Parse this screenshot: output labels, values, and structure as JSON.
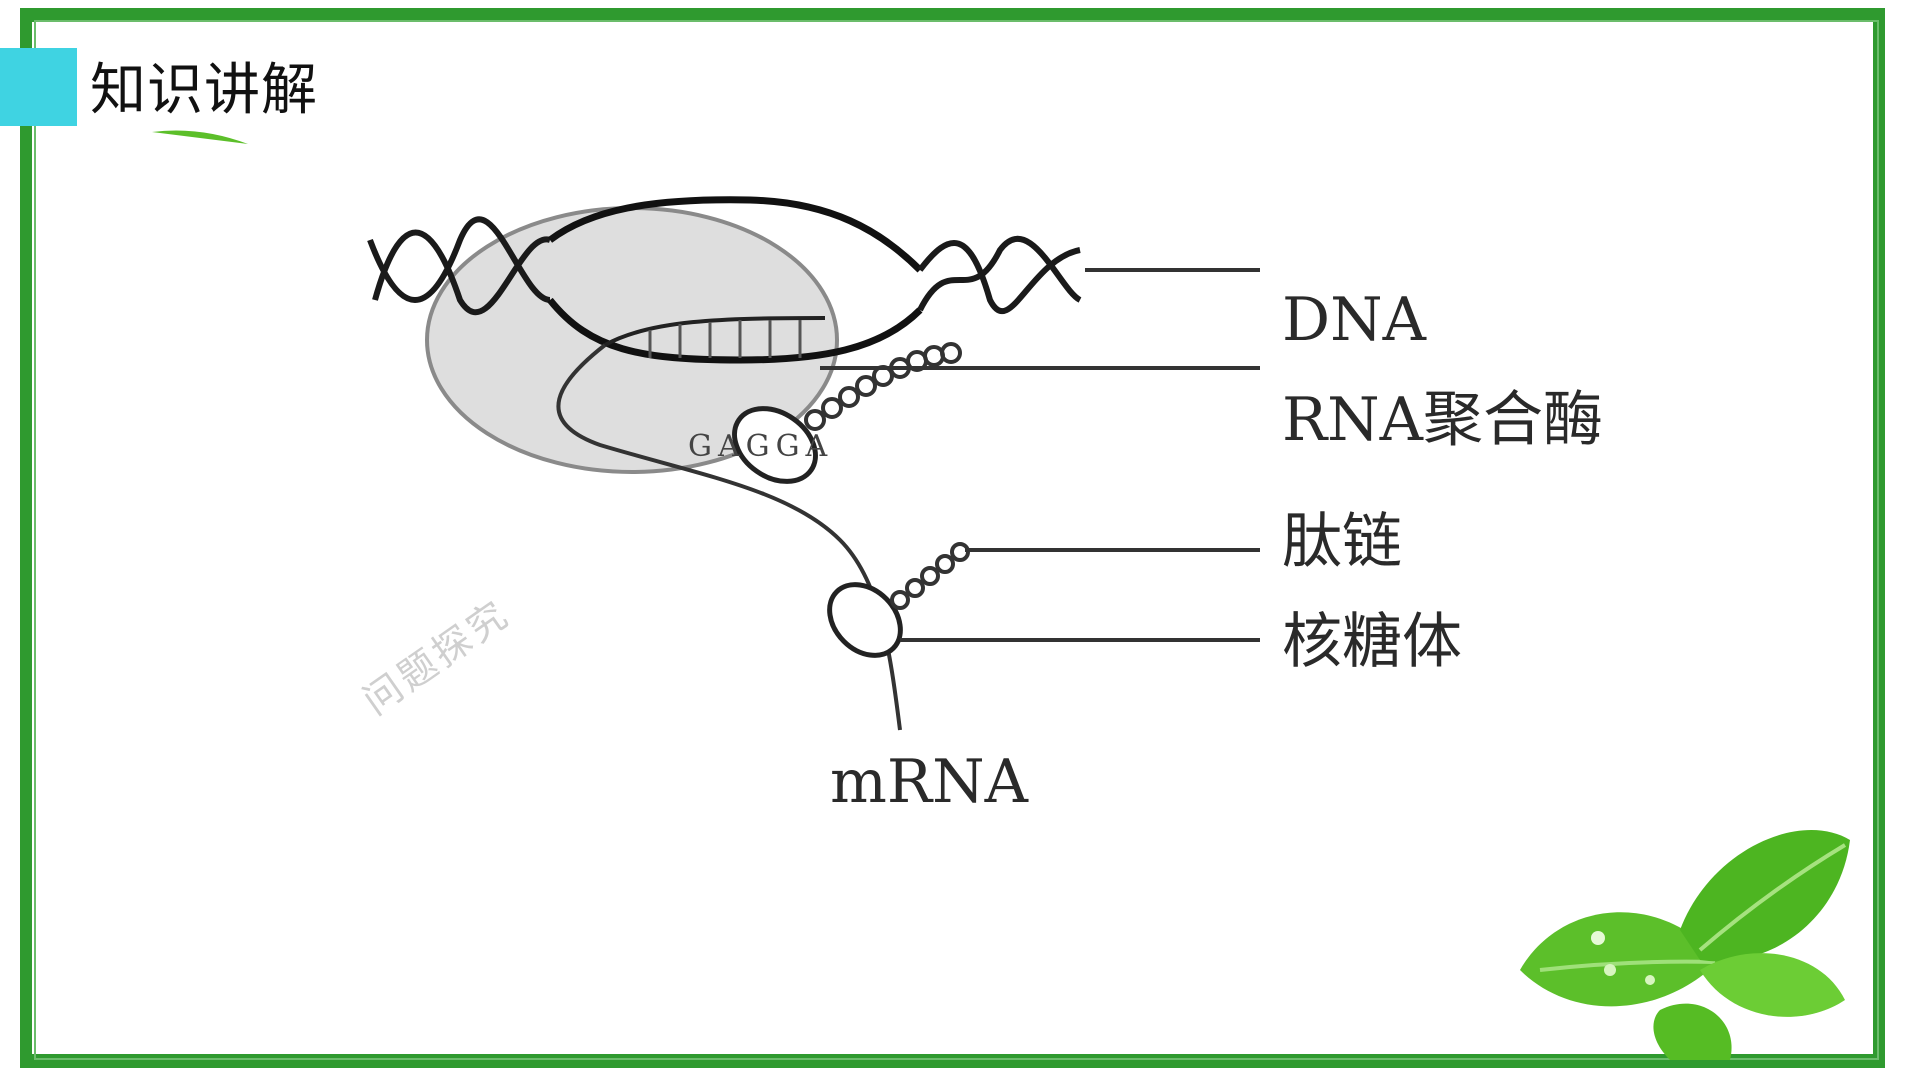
{
  "header": {
    "title": "知识讲解"
  },
  "diagram": {
    "labels": {
      "dna": "DNA",
      "rna_polymerase": "RNA聚合酶",
      "peptide_chain": "肽链",
      "ribosome": "核糖体",
      "mrna": "mRNA"
    },
    "sequence": "GAGGA",
    "watermark": "问题探究"
  },
  "colors": {
    "frame_green": "#2f9a2f",
    "header_accent": "#3fd3e2",
    "leaf_green": "#5cbf2a"
  }
}
